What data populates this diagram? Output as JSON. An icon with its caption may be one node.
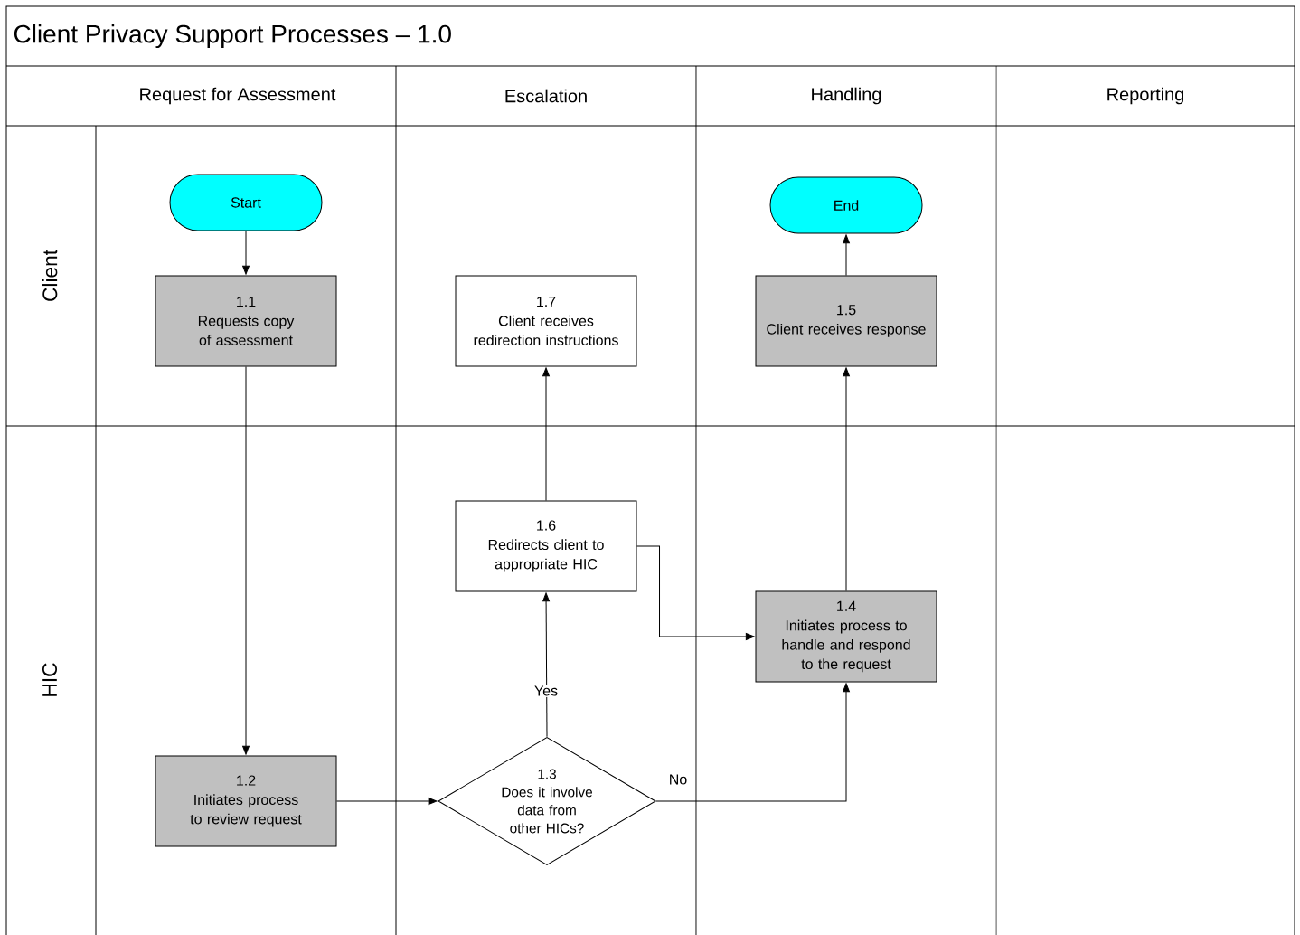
{
  "diagram": {
    "title": "Client Privacy Support Processes – 1.0",
    "nodes": [
      {
        "text": [
          "Start"
        ]
      },
      {
        "text": [
          "1.1",
          "Requests copy of assessment"
        ]
      },
      {
        "text": [
          "1.2",
          "Initiates process to review request"
        ]
      },
      {
        "text": [
          "1.3",
          "Does it involve data from other HICs?"
        ]
      },
      {
        "text": [
          "1.6",
          "Redirects client to appropriate HIC"
        ]
      },
      {
        "text": [
          "1.7",
          "Client receives redirection instructions"
        ]
      },
      {
        "text": [
          "1.4",
          "Initiates process to handle and respond to the request"
        ]
      },
      {
        "text": [
          "1.5",
          "Client receives response"
        ]
      },
      {
        "text": [
          "End"
        ]
      }
    ],
    "edges": [
      {
        "from": 0,
        "to": 1,
        "arrow": "to"
      },
      {
        "from": 1,
        "to": 2,
        "arrow": "to"
      },
      {
        "from": 2,
        "to": 3,
        "arrow": "to"
      },
      {
        "from": 3,
        "to": 4,
        "arrow": "to",
        "label": "Yes"
      },
      {
        "from": 3,
        "to": 6,
        "arrow": "to",
        "label": "No"
      },
      {
        "from": 4,
        "to": 6,
        "arrow": "to"
      },
      {
        "from": 4,
        "to": 5,
        "arrow": "to"
      },
      {
        "from": 6,
        "to": 7,
        "arrow": "to"
      },
      {
        "from": 7,
        "to": 8,
        "arrow": "to"
      }
    ],
    "labels": [
      "Request for Assessment",
      "Escalation",
      "Handling",
      "Reporting",
      "Client",
      "HIC"
    ]
  }
}
